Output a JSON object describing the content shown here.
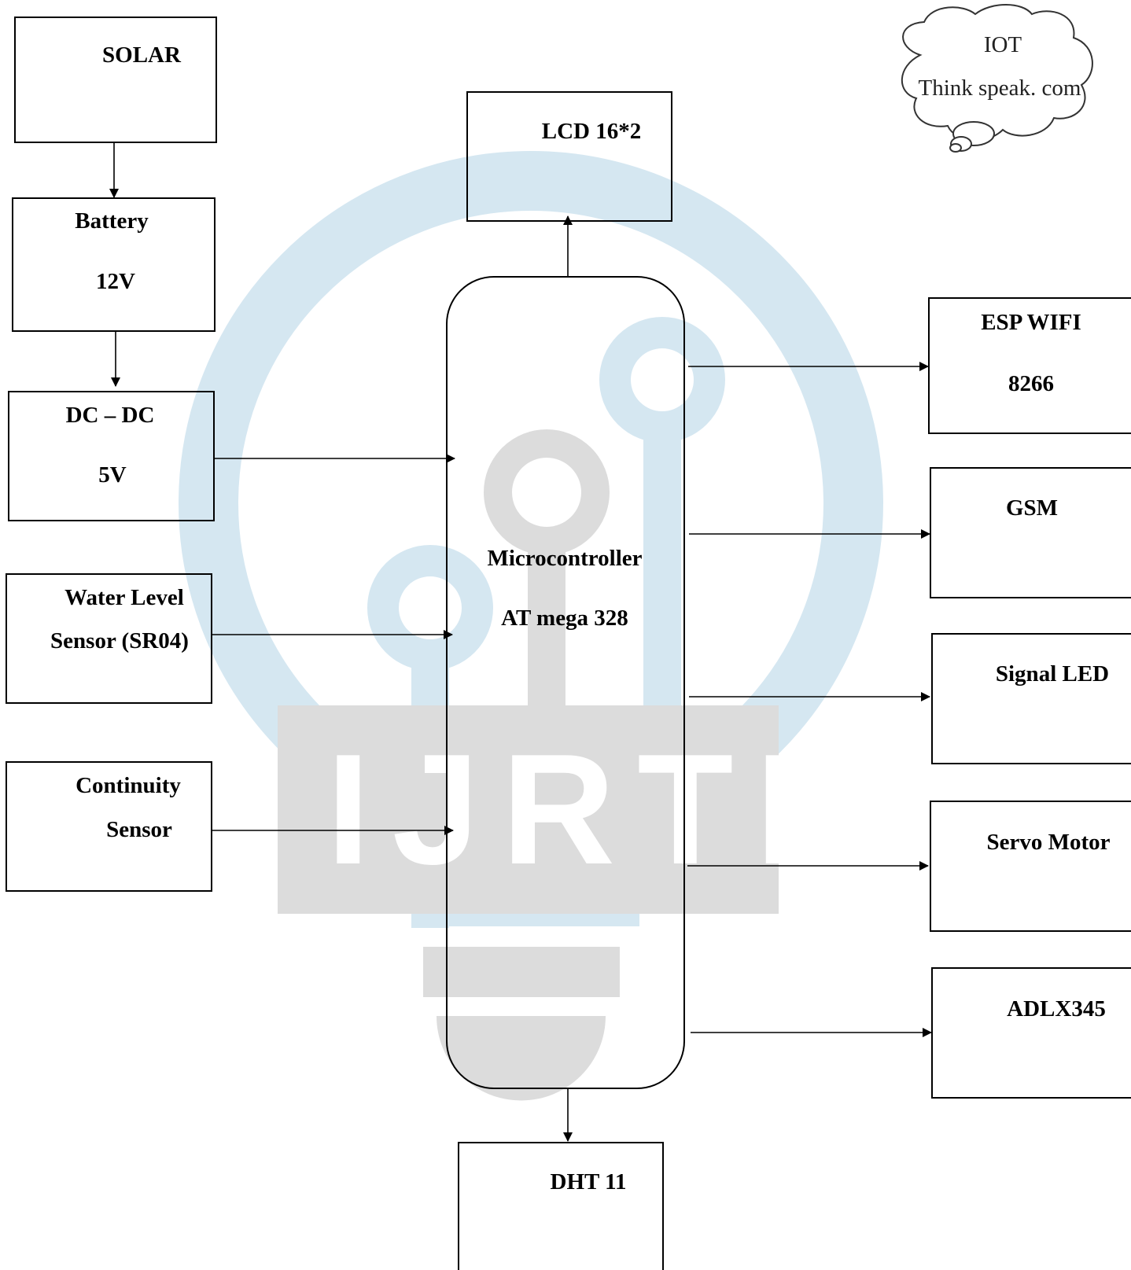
{
  "watermark": {
    "text": "IJRTI"
  },
  "blocks": {
    "solar": {
      "line1": "SOLAR"
    },
    "battery": {
      "line1": "Battery",
      "line2": "12V"
    },
    "dcdc": {
      "line1": "DC – DC",
      "line2": "5V"
    },
    "water_level": {
      "line1": "Water Level",
      "line2": "Sensor (SR04)"
    },
    "continuity": {
      "line1": "Continuity",
      "line2": "Sensor"
    },
    "lcd": {
      "line1": "LCD 16*2"
    },
    "mcu": {
      "line1": "Microcontroller",
      "line2": "AT mega 328"
    },
    "dht": {
      "line1": "DHT 11"
    },
    "esp": {
      "line1": "ESP WIFI",
      "line2": "8266"
    },
    "gsm": {
      "line1": "GSM"
    },
    "signal_led": {
      "line1": "Signal LED"
    },
    "servo": {
      "line1": "Servo Motor"
    },
    "adlx": {
      "line1": "ADLX345"
    },
    "cloud": {
      "line1": "IOT",
      "line2": "Think speak. com"
    }
  }
}
